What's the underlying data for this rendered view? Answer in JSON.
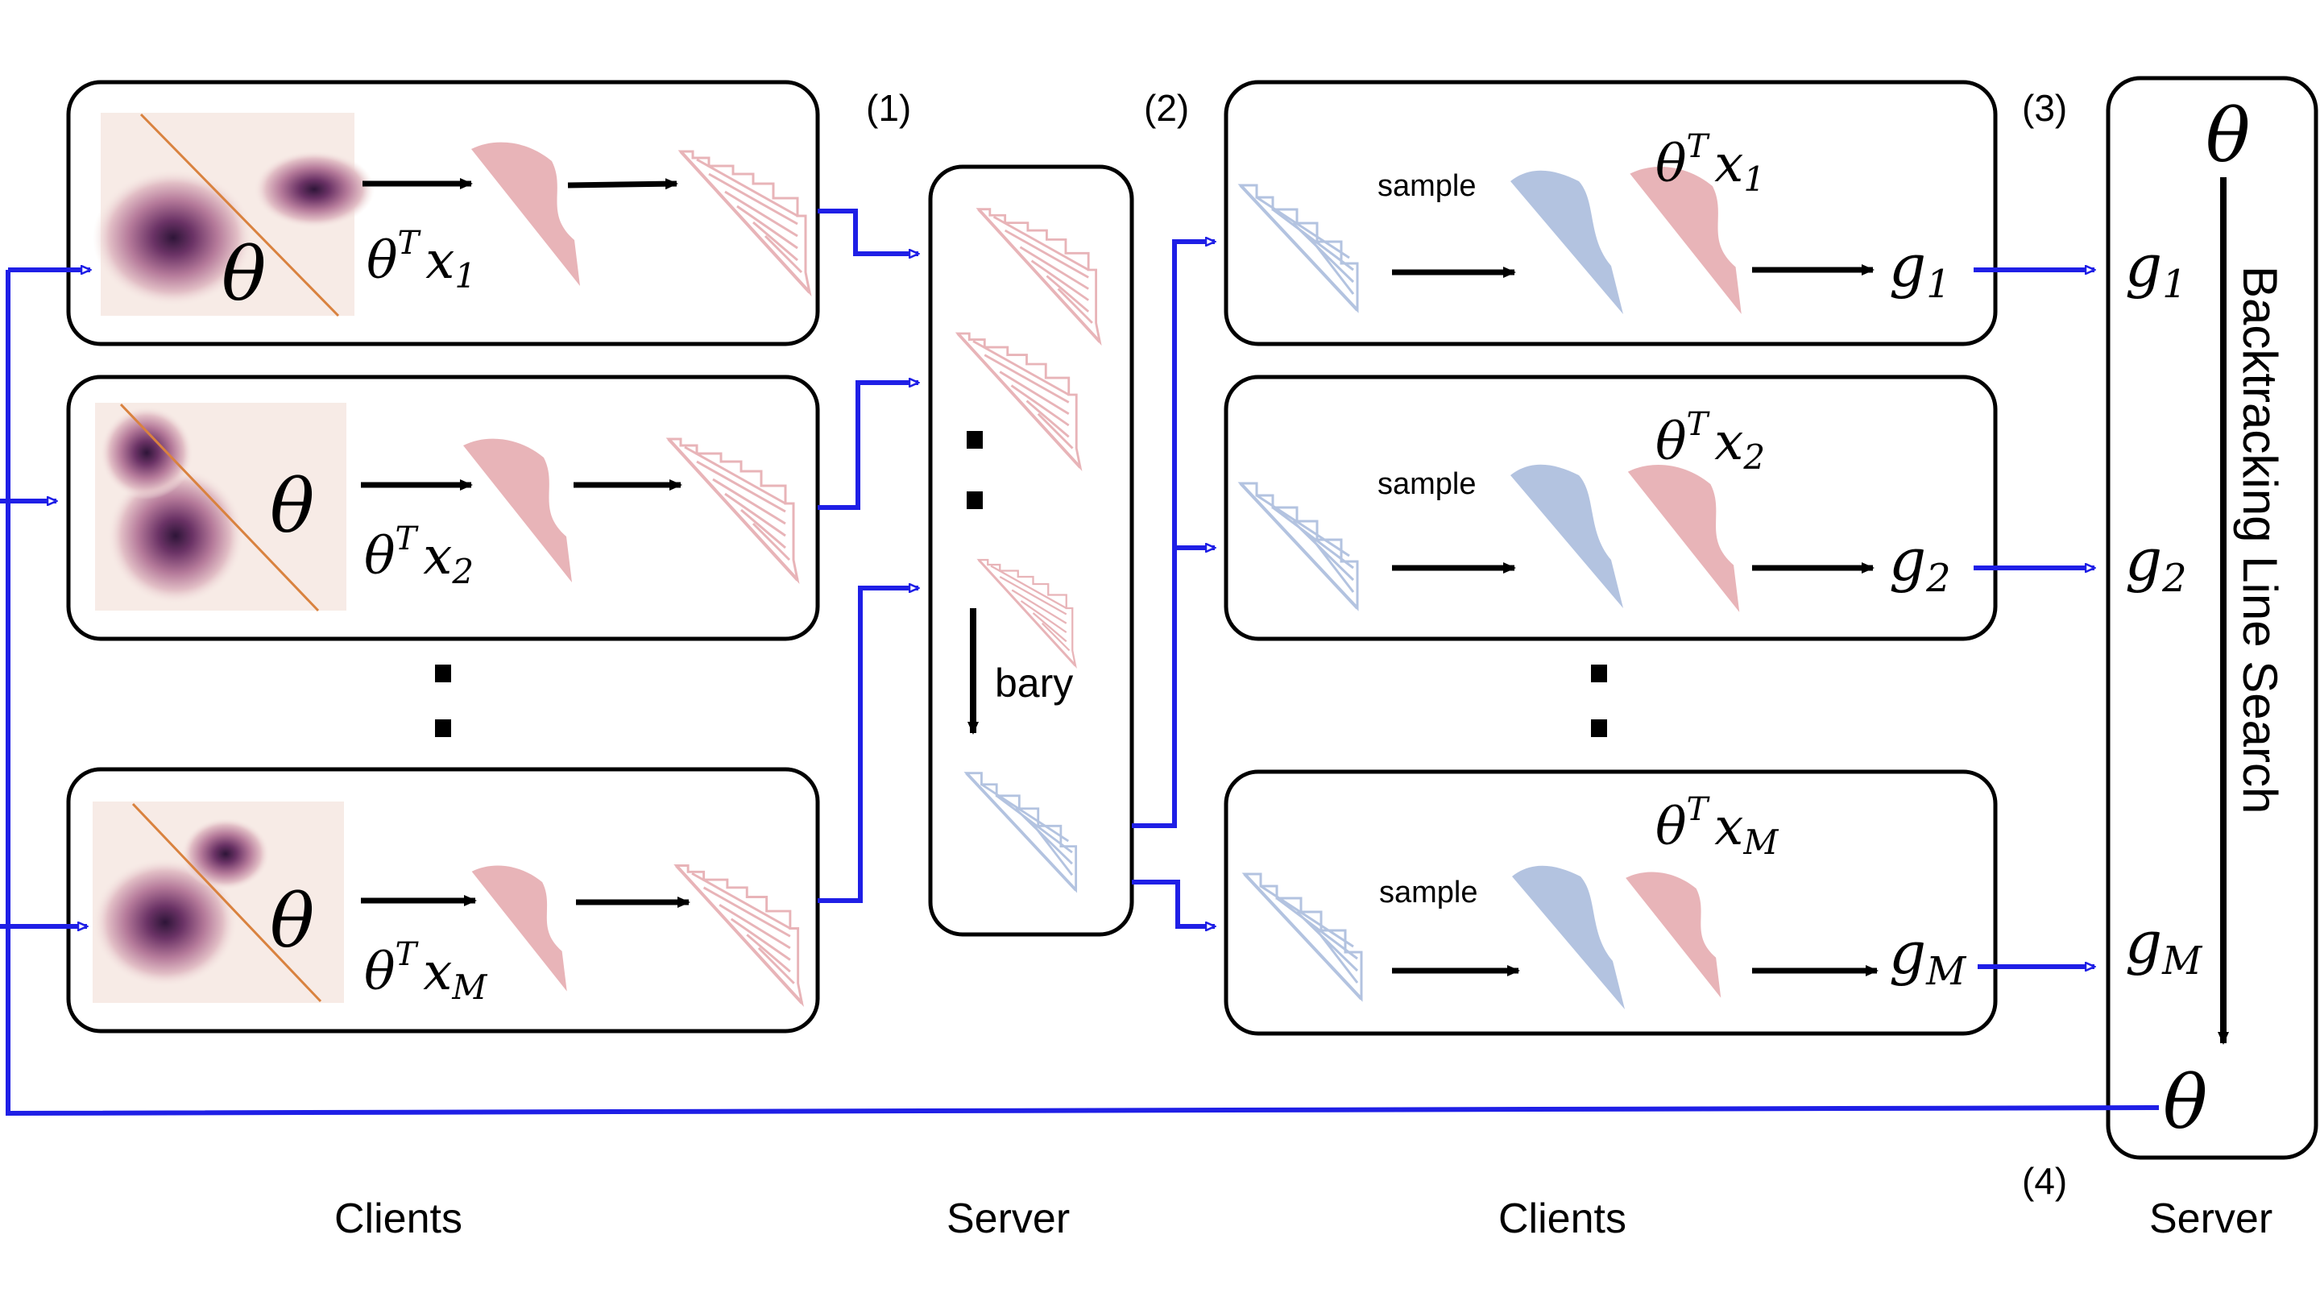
{
  "steps": {
    "s1": "(1)",
    "s2": "(2)",
    "s3": "(3)",
    "s4": "(4)"
  },
  "bottom_labels": {
    "clients_left": "Clients",
    "server_mid": "Server",
    "clients_right": "Clients",
    "server_right": "Server"
  },
  "math": {
    "theta": "θ",
    "proj_base": "θ",
    "proj_sup": "T",
    "proj_x": "x",
    "sub_1": "1",
    "sub_2": "2",
    "sub_M": "M",
    "g": "g"
  },
  "server_mid": {
    "bary": "bary"
  },
  "right_clients": {
    "sample": "sample"
  },
  "server_right": {
    "line_search": "Backtracking Line Search"
  },
  "colors": {
    "flow": "#1f1fe6",
    "red_dist": "#e8b4b8",
    "blue_dist": "#b3c3e0",
    "density_dark": "#2e1538",
    "density_bg": "#f7ebe6",
    "theta_line": "#d9823f"
  }
}
